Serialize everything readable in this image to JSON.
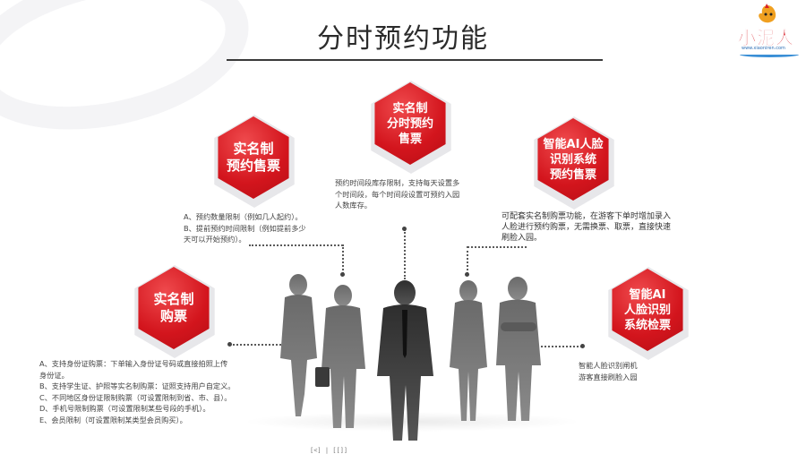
{
  "title": "分时预约功能",
  "logo": {
    "text": "小泥人",
    "url": "www.xiaoniren.com"
  },
  "badges": {
    "top_center": "实名制\n分时预约\n售票",
    "top_left": "实名制\n预约售票",
    "top_right": "智能AI人脸\n识别系统\n预约售票",
    "mid_left": "实名制\n购票",
    "mid_right": "智能AI\n人脸识别\n系统检票"
  },
  "descriptions": {
    "top_center": "预约时间段库存限制，支持每天设置多\n个时间段，每个时间段设置可预约入园\n人数库存。",
    "top_left": "A、预约数量限制（例如几人起约）。\nB、提前预约时间限制（例如提前多少\n天可以开始预约）。",
    "top_right": "可配套实名制购票功能，在游客下单时增加录入\n人脸进行预约购票，无需换票、取票，直接快速\n刷脸入园。",
    "mid_left": "A、支持身份证购票：下单输入身份证号码或直接拍照上传\n身份证。\nB、支持学生证、护照等实名制购票：证照支持用户自定义。\nC、不同地区身份证限制购票（可设置限制到省、市、县）。\nD、手机号限制购票（可设置限制某些号段的手机）。\nE、会员限制（可设置限制某类型会员购买）。",
    "mid_right": "智能人脸识别闸机\n游客直接刷脸入园"
  },
  "colors": {
    "badge_red": "#d3151d",
    "title_text": "#2b2b2b",
    "logo_blue": "#2d6fb5"
  },
  "footer_fragment": "[<] | [[]]"
}
